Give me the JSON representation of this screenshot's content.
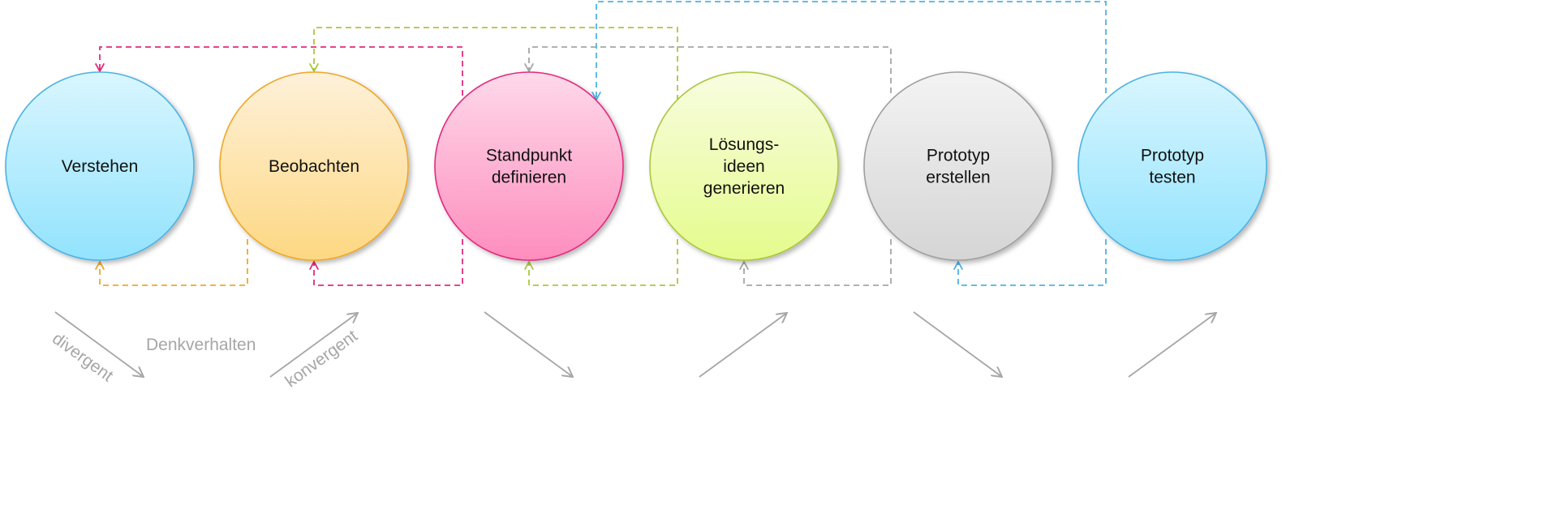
{
  "phases": [
    {
      "lines": [
        "Verstehen"
      ],
      "color_top": "#d9f6fe",
      "color_bottom": "#92e3fd",
      "stroke": "#4db2e4"
    },
    {
      "lines": [
        "Beobachten"
      ],
      "color_top": "#fef1da",
      "color_bottom": "#fdd882",
      "stroke": "#f0a725"
    },
    {
      "lines": [
        "Standpunkt",
        "definieren"
      ],
      "color_top": "#fed9ea",
      "color_bottom": "#fd8dbd",
      "stroke": "#e3297f"
    },
    {
      "lines": [
        "Lösungs-",
        "ideen",
        "generieren"
      ],
      "color_top": "#f8fde0",
      "color_bottom": "#e5fb8c",
      "stroke": "#a9c83c"
    },
    {
      "lines": [
        "Prototyp",
        "erstellen"
      ],
      "color_top": "#f3f3f3",
      "color_bottom": "#d5d5d5",
      "stroke": "#9f9f9f"
    },
    {
      "lines": [
        "Prototyp",
        "testen"
      ],
      "color_top": "#d9f6fe",
      "color_bottom": "#92e3fd",
      "stroke": "#4db2e4"
    }
  ],
  "labels": {
    "divergent": "divergent",
    "konvergent": "konvergent",
    "denkverhalten": "Denkverhalten"
  },
  "feedback_colors": {
    "orange": "#f0a725",
    "pink": "#e3297f",
    "green": "#a9c83c",
    "gray": "#a6a6a6",
    "blue": "#4db2e4"
  }
}
